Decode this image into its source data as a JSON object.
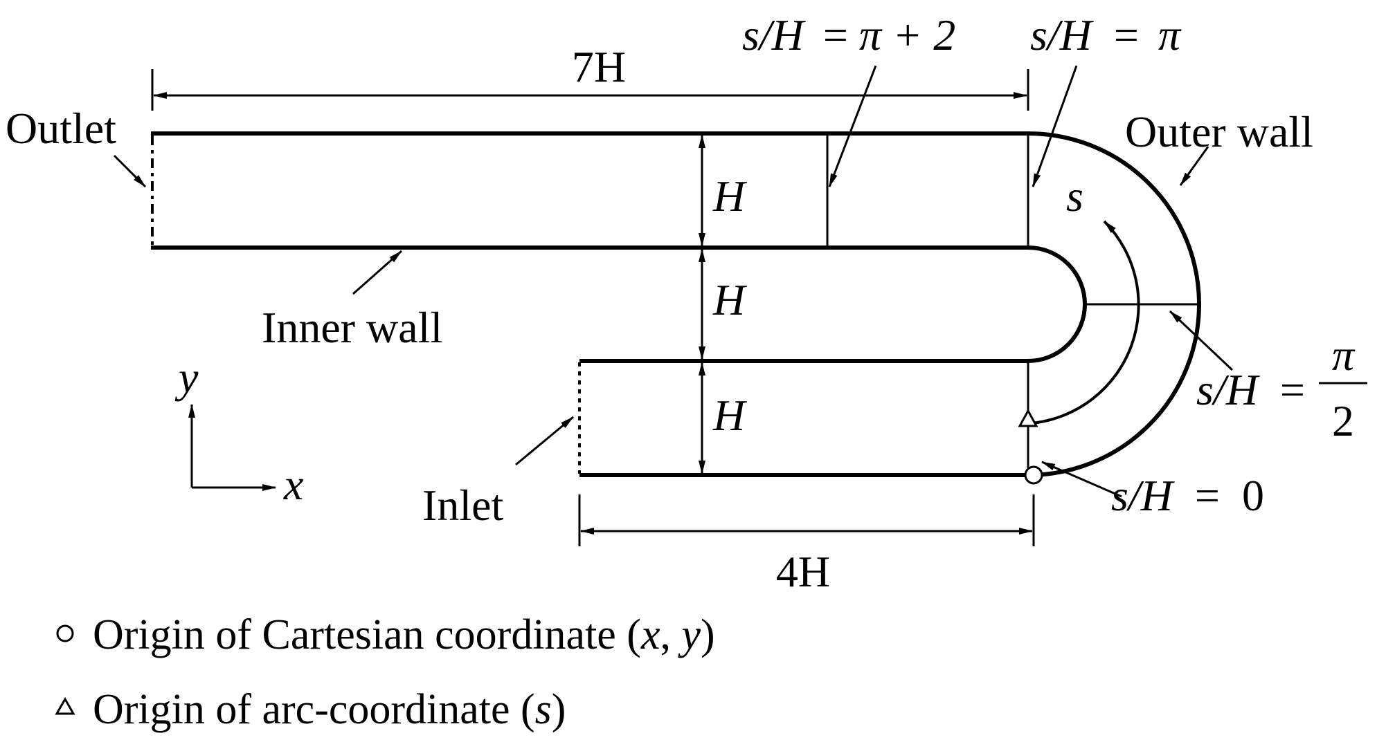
{
  "dimensions": {
    "length_top": "7H",
    "length_bottom": "4H",
    "height_1": "H",
    "height_2": "H",
    "height_3": "H"
  },
  "labels": {
    "outlet": "Outlet",
    "inlet": "Inlet",
    "inner_wall": "Inner wall",
    "outer_wall": "Outer wall",
    "arc_s": "s",
    "axis_x": "x",
    "axis_y": "y"
  },
  "stations": {
    "s_pi_plus_2": {
      "lhs": "s/H",
      "eq": "=",
      "rhs": "π + 2"
    },
    "s_pi": {
      "lhs": "s/H",
      "eq": "=",
      "rhs": "π"
    },
    "s_pi_half": {
      "lhs": "s/H",
      "eq": "=",
      "num": "π",
      "den": "2"
    },
    "s_zero": {
      "lhs": "s/H",
      "eq": "=",
      "rhs": "0"
    }
  },
  "legend": {
    "circle_text": "Origin of Cartesian coordinate (",
    "circle_vars_x": "x",
    "circle_sep": ", ",
    "circle_vars_y": "y",
    "circle_close": ")",
    "triangle_text": "Origin of arc-coordinate (",
    "triangle_var": "s",
    "triangle_close": ")"
  }
}
